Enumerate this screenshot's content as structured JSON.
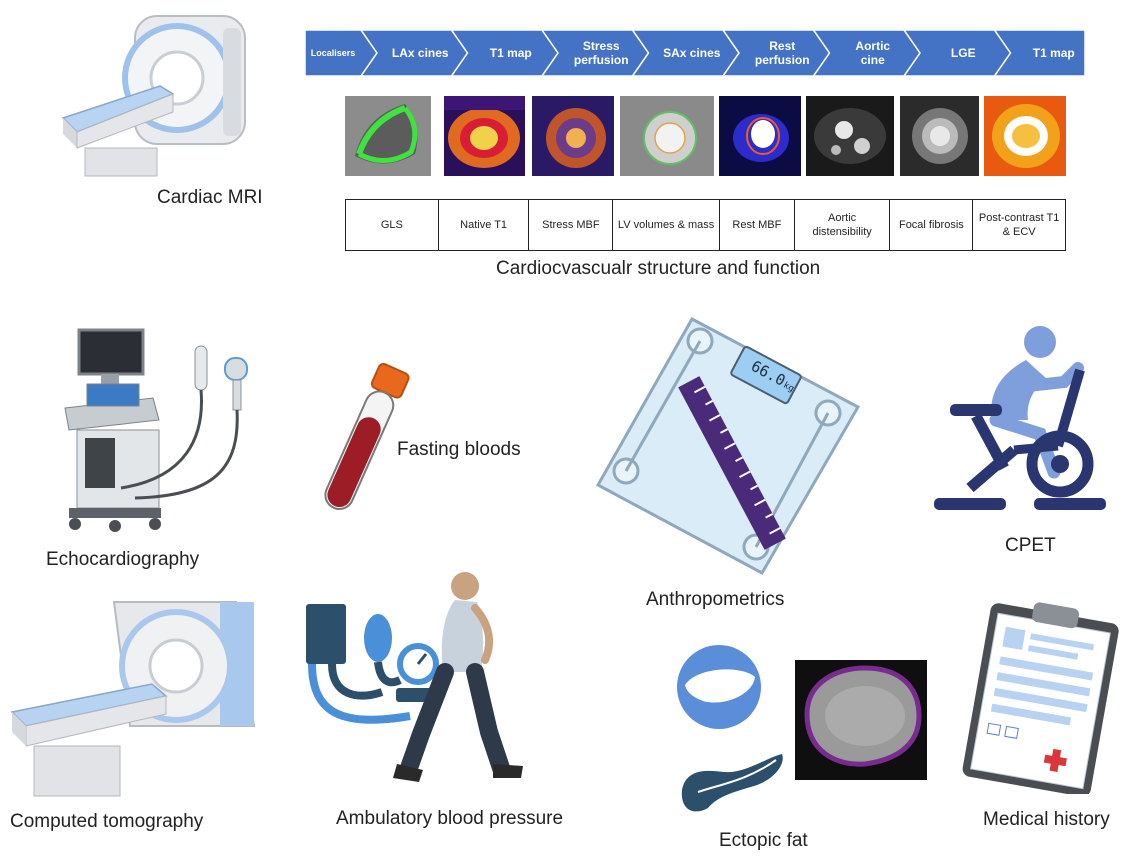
{
  "protocol_steps": [
    {
      "label": "Localisers"
    },
    {
      "label": "LAx cines"
    },
    {
      "label": "T1 map"
    },
    {
      "label": "Stress perfusion"
    },
    {
      "label": "SAx cines"
    },
    {
      "label": "Rest perfusion"
    },
    {
      "label": "Aortic cine"
    },
    {
      "label": "LGE"
    },
    {
      "label": "T1 map"
    }
  ],
  "measures": [
    {
      "label": "GLS"
    },
    {
      "label": "Native T1"
    },
    {
      "label": "Stress  MBF"
    },
    {
      "label": "LV volumes & mass"
    },
    {
      "label": "Rest MBF"
    },
    {
      "label": "Aortic distensibility"
    },
    {
      "label": "Focal fibrosis"
    },
    {
      "label": "Post-contrast T1 & ECV"
    }
  ],
  "sections": {
    "cardiac_mri": "Cardiac MRI",
    "cmr_caption": "Cardiocvascualr structure and function",
    "echocardiography": "Echocardiography",
    "fasting_bloods": "Fasting bloods",
    "anthropometrics": "Anthropometrics",
    "cpet": "CPET",
    "computed_tomography": "Computed tomography",
    "ambulatory_bp": "Ambulatory blood pressure",
    "ectopic_fat": "Ectopic fat",
    "medical_history": "Medical history",
    "scale_readout": "66.0",
    "scale_unit": "kg"
  },
  "colors": {
    "chevron": "#4472c4",
    "icon_blue": "#5b83c9",
    "icon_dark": "#2c4f6b",
    "ruler_purple": "#4b2a7a",
    "blood_red": "#9c1d25",
    "cap_orange": "#e8691e"
  }
}
